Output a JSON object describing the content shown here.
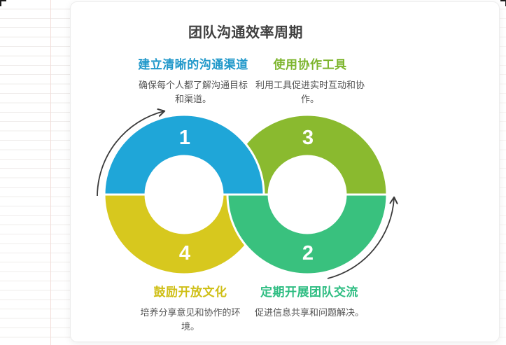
{
  "title": "团队沟通效率周期",
  "steps": [
    {
      "number": "1",
      "heading": "建立清晰的沟通渠道",
      "description": "确保每个人都了解沟通目标和渠道。",
      "segment_color": "#1FA6D8",
      "heading_color": "#2098CA"
    },
    {
      "number": "2",
      "heading": "定期开展团队交流",
      "description": "促进信息共享和问题解决。",
      "segment_color": "#39C17E",
      "heading_color": "#2EBD82"
    },
    {
      "number": "3",
      "heading": "使用协作工具",
      "description": "利用工具促进实时互动和协作。",
      "segment_color": "#8ABA2F",
      "heading_color": "#7DB52D"
    },
    {
      "number": "4",
      "heading": "鼓励开放文化",
      "description": "培养分享意见和协作的环境。",
      "segment_color": "#D7C81E",
      "heading_color": "#CFBF16"
    }
  ],
  "colors": {
    "arrow": "#3a3a3a",
    "title_text": "#404040",
    "body_text": "#555555"
  }
}
